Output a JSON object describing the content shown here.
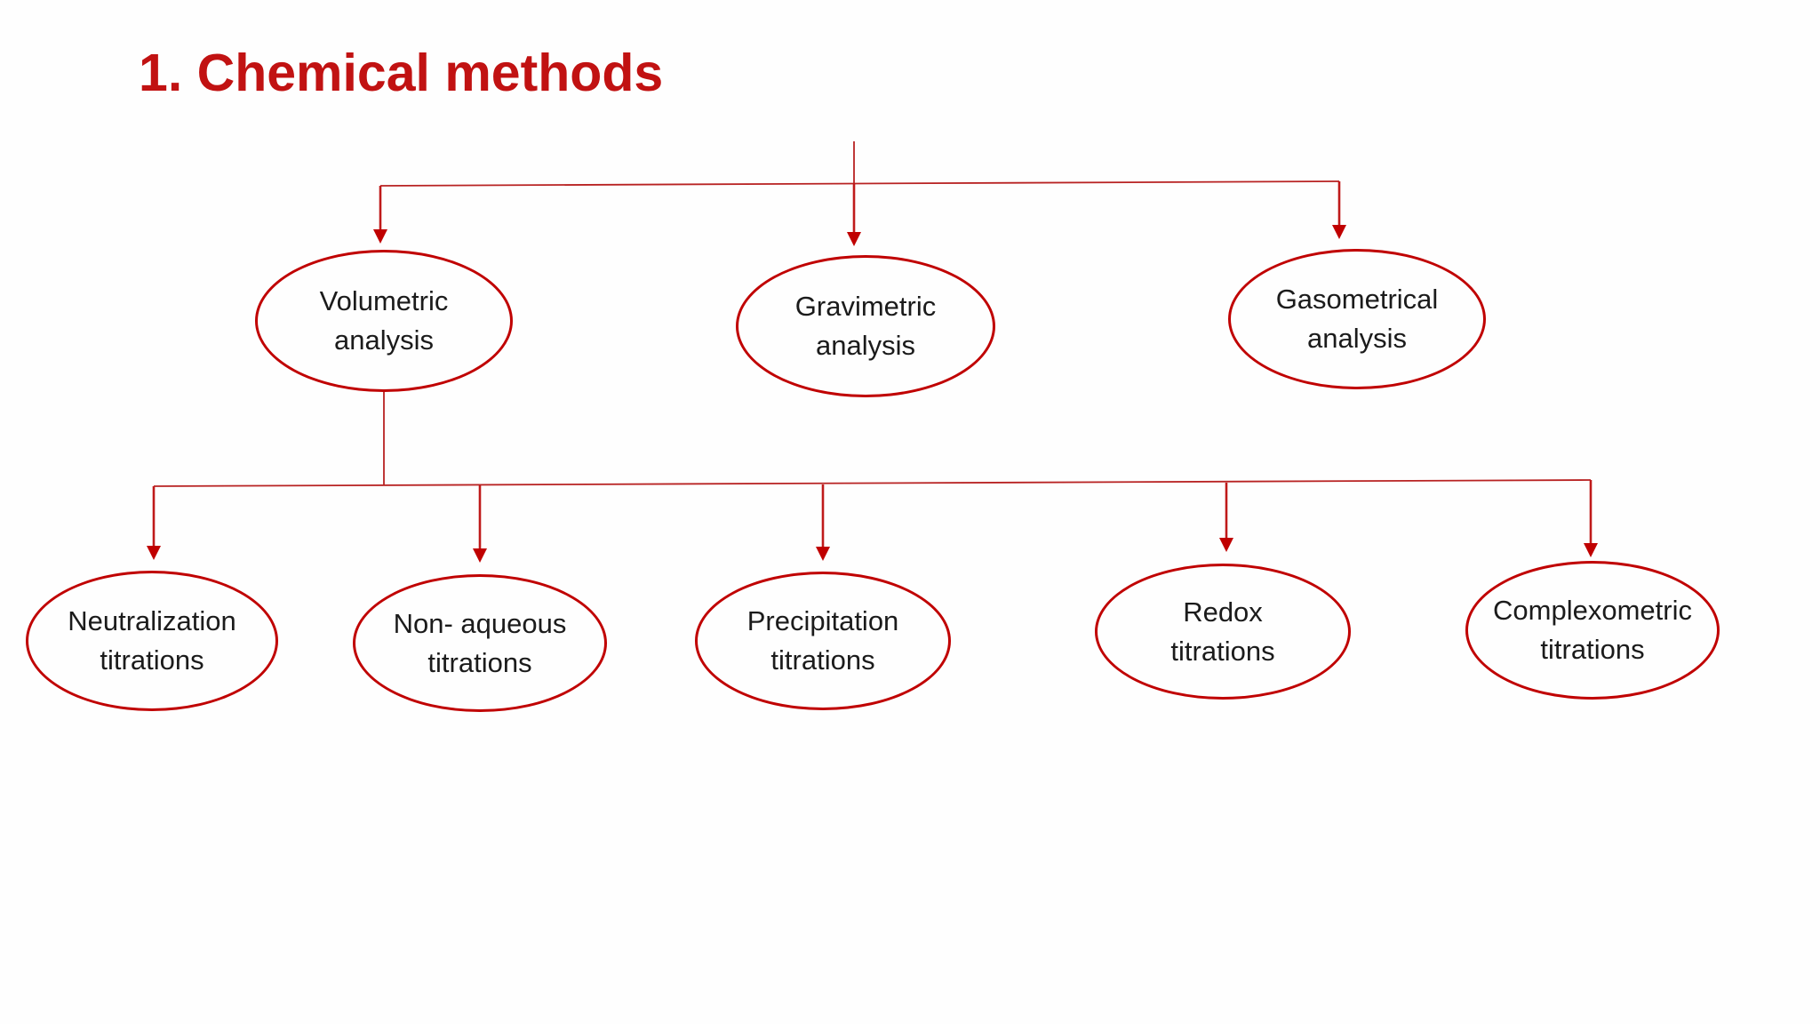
{
  "slide": {
    "title": "1. Chemical methods"
  },
  "colors": {
    "title_red": "#c11212",
    "diagram_red": "#c00000",
    "connector_red": "#b82222",
    "node_text": "#1b1b1b",
    "background": "#fefefe"
  },
  "diagram": {
    "type": "tree",
    "level1_nodes": [
      {
        "id": "volumetric-analysis",
        "label": "Volumetric\nanalysis"
      },
      {
        "id": "gravimetric-analysis",
        "label": "Gravimetric\nanalysis"
      },
      {
        "id": "gasometrical-analysis",
        "label": "Gasometrical\nanalysis"
      }
    ],
    "level2_nodes": [
      {
        "id": "neutralization-titrations",
        "label": "Neutralization\ntitrations"
      },
      {
        "id": "non-aqueous-titrations",
        "label": "Non- aqueous\ntitrations"
      },
      {
        "id": "precipitation-titrations",
        "label": "Precipitation\ntitrations"
      },
      {
        "id": "redox-titrations",
        "label": "Redox\ntitrations"
      },
      {
        "id": "complexometric-titrations",
        "label": "Complexometric\ntitrations"
      }
    ]
  }
}
